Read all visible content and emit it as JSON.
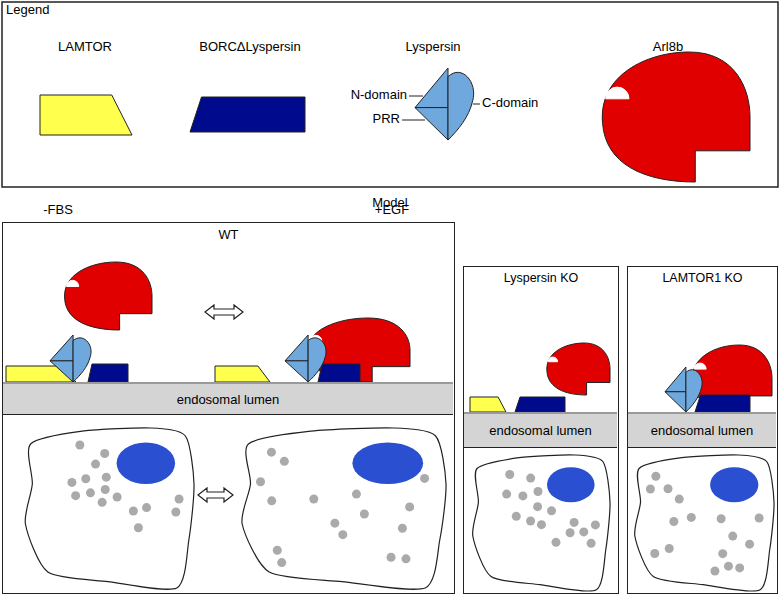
{
  "diagram": {
    "nodes": [
      {
        "text": [
          "WT"
        ]
      },
      {
        "text": [
          "endosomal lumen"
        ],
        "in": 0
      },
      {
        "text": [
          "Lyspersin KO"
        ]
      },
      {
        "text": [
          "endosomal lumen"
        ],
        "in": 2
      },
      {
        "text": [
          "LAMTOR1 KO"
        ]
      },
      {
        "text": [
          "endosomal lumen"
        ],
        "in": 4
      }
    ],
    "labels": [
      "Legend",
      "N-domain",
      "PRR",
      "C-domain",
      "Model",
      "-FBS",
      "+EGF"
    ],
    "legend": [
      {
        "text": "LAMTOR",
        "color": "#ffff4d"
      },
      {
        "text": "BORCΔLyspersin",
        "color": "#000a8c"
      },
      {
        "text": "Lyspersin"
      },
      {
        "text": "Arl8b",
        "color": "#e00000"
      }
    ]
  }
}
